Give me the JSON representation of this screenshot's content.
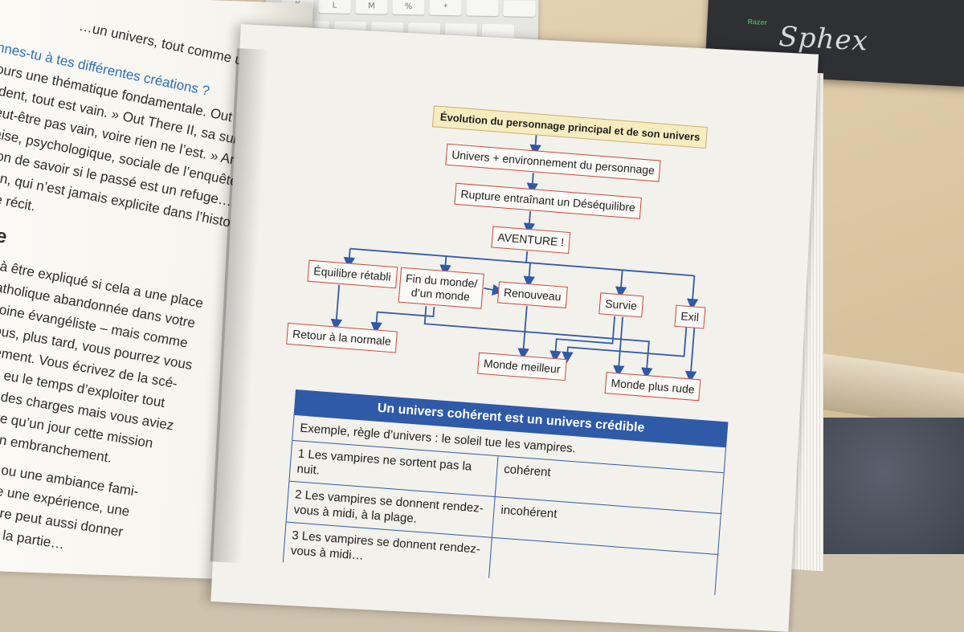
{
  "background": {
    "keyboard_keys": [
      "K",
      "L",
      "M",
      "%",
      "*",
      "",
      ""
    ],
    "keyboard_keys_row2": [
      "",
      "",
      "",
      "",
      "",
      ""
    ],
    "mousepad_brand": "Sphex",
    "mousepad_sub": "Razer"
  },
  "left_page": {
    "lines": [
      {
        "text": "…un univers, tout comme un uni-",
        "style": "plain"
      },
      {
        "text": "…nnes-tu à tes différentes créations ?",
        "style": "blue"
      },
      {
        "text": "…ours une thématique fondamentale. Out There",
        "style": "plain"
      },
      {
        "text": "…ident, tout est vain. » Out There II, sa suite, dit :",
        "style": "plain"
      },
      {
        "text": "…eut-être pas vain, voire rien ne l’est. » Antioch",
        "style": "plain"
      },
      {
        "text": "…aise, psychologique, sociale de l’enquête poli-",
        "style": "plain"
      },
      {
        "text": "…ion de savoir si le passé est un refuge…",
        "style": "plain"
      },
      {
        "text": "…on, qui n’est jamais explicite dans l’histoire",
        "style": "plain"
      },
      {
        "text": "…le récit.",
        "style": "plain"
      },
      {
        "text": "…e",
        "style": "head"
      },
      {
        "text": "…s à être expliqué si cela a une place",
        "style": "plain"
      },
      {
        "text": "…catholique abandonnée dans votre",
        "style": "plain"
      },
      {
        "text": "…moine évangéliste – mais comme",
        "style": "plain"
      },
      {
        "text": "…vous, plus tard, vous pourrez vous",
        "style": "plain"
      },
      {
        "text": "…pement. Vous écrivez de la scé-",
        "style": "plain"
      },
      {
        "text": "…as eu le temps d’exploiter tout",
        "style": "plain"
      },
      {
        "text": "…er des charges mais vous aviez",
        "style": "plain"
      },
      {
        "text": "…être qu’un jour cette mission",
        "style": "plain"
      },
      {
        "text": "…r un embranchement.",
        "style": "plain"
      },
      {
        "text": "…ier ou une ambiance fami-",
        "style": "plain"
      },
      {
        "text": "…ivre une expérience, une",
        "style": "plain"
      },
      {
        "text": "…truire peut aussi donner",
        "style": "plain"
      },
      {
        "text": "…rez la partie…",
        "style": "plain"
      }
    ]
  },
  "diagram": {
    "title": "Évolution du personnage principal et de son univers",
    "nodes": {
      "univers": "Univers + environnement du personnage",
      "rupture": "Rupture entraînant un Déséquilibre",
      "aventure": "AVENTURE !",
      "equilibre": "Équilibre rétabli",
      "fin_line1": "Fin du monde/",
      "fin_line2": "d’un monde",
      "renouveau": "Renouveau",
      "survie": "Survie",
      "exil": "Exil",
      "retour": "Retour à la normale",
      "meilleur": "Monde meilleur",
      "rude": "Monde plus rude"
    },
    "colors": {
      "box_border": "#c9453a",
      "arrow": "#2e5aa8",
      "title_bg": "#f6ecc0"
    }
  },
  "table": {
    "header": "Un univers cohérent est un univers crédible",
    "example": "Exemple, règle d’univers : le soleil tue les vampires.",
    "rows": [
      {
        "left": "1 Les vampires ne sortent pas la nuit.",
        "right": "cohérent"
      },
      {
        "left": "2 Les vampires se donnent rendez-vous à midi, à la plage.",
        "right": "incohérent"
      },
      {
        "left": "3 Les vampires se donnent rendez-vous à midi…",
        "right": ""
      }
    ]
  }
}
